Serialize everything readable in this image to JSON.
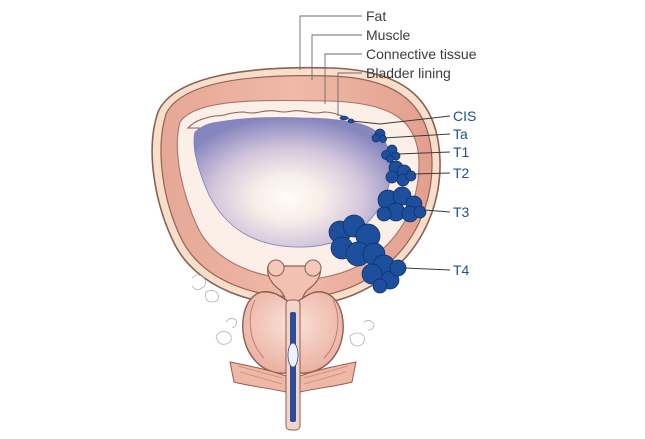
{
  "labels": {
    "layers": {
      "fat": "Fat",
      "muscle": "Muscle",
      "connective_tissue": "Connective tissue",
      "bladder_lining": "Bladder lining"
    },
    "stages": {
      "cis": "CIS",
      "ta": "Ta",
      "t1": "T1",
      "t2": "T2",
      "t3": "T3",
      "t4": "T4"
    }
  },
  "colors": {
    "tumor": "#1d4f9c",
    "tumor_outline": "#0d2f6a",
    "muscle": "#e8a89a",
    "fat": "#f6dcc8",
    "lining": "#fbeee6",
    "lumen_center": "#fdfbf3",
    "lumen_edge": "#8f8fc4",
    "stage_label": "#1d4f8c",
    "layer_label": "#3c3c3c"
  }
}
